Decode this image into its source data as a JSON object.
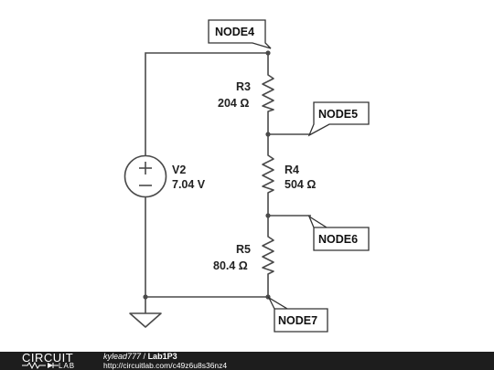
{
  "components": {
    "source": {
      "name": "V2",
      "value": "7.04 V"
    },
    "r3": {
      "name": "R3",
      "value": "204 Ω"
    },
    "r4": {
      "name": "R4",
      "value": "504 Ω"
    },
    "r5": {
      "name": "R5",
      "value": "80.4 Ω"
    }
  },
  "nodes": {
    "node4": "NODE4",
    "node5": "NODE5",
    "node6": "NODE6",
    "node7": "NODE7"
  },
  "footer": {
    "brand_top": "CIRCUIT",
    "brand_bottom": "LAB",
    "user": "kylead777",
    "separator": " / ",
    "title": "Lab1P3",
    "url": "http://circuitlab.com/c49z6u8s36nz4"
  }
}
